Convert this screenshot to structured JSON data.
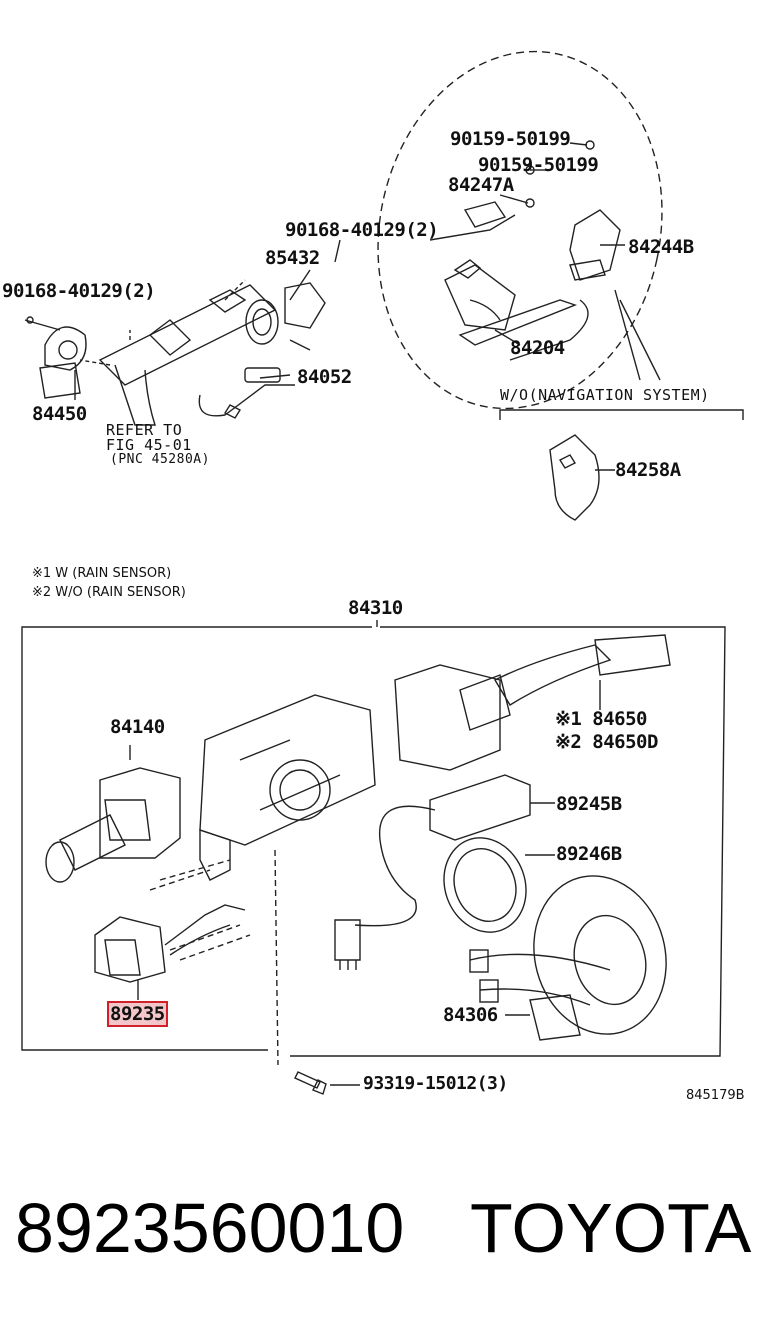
{
  "labels": {
    "p90159_a": "90159-50199",
    "p90159_b": "90159-50199",
    "p84247A": "84247A",
    "p90168_top": "90168-40129(2)",
    "p85432": "85432",
    "p84244B": "84244B",
    "p90168_left": "90168-40129(2)",
    "p84052": "84052",
    "p84204": "84204",
    "p84450": "84450",
    "wo_nav": "W/O(NAVIGATION SYSTEM)",
    "refer_1": "REFER TO",
    "refer_2": "FIG 45-01",
    "refer_3": "(PNC 45280A)",
    "p84258A": "84258A",
    "note1": "※1 W (RAIN SENSOR)",
    "note2": "※2 W/O (RAIN SENSOR)",
    "p84310": "84310",
    "p84140": "84140",
    "p84650": "※1 84650",
    "p84650D": "※2 84650D",
    "p89245B": "89245B",
    "p89246B": "89246B",
    "p89235": "89235",
    "p84306": "84306",
    "p93319": "93319-15012(3)",
    "fig_code": "845179B"
  },
  "footer": {
    "part_number": "8923560010",
    "brand": "TOYOTA"
  },
  "colors": {
    "highlight_border": "#d0202a",
    "highlight_fill": "#f3c6c9",
    "ink": "#111111"
  }
}
